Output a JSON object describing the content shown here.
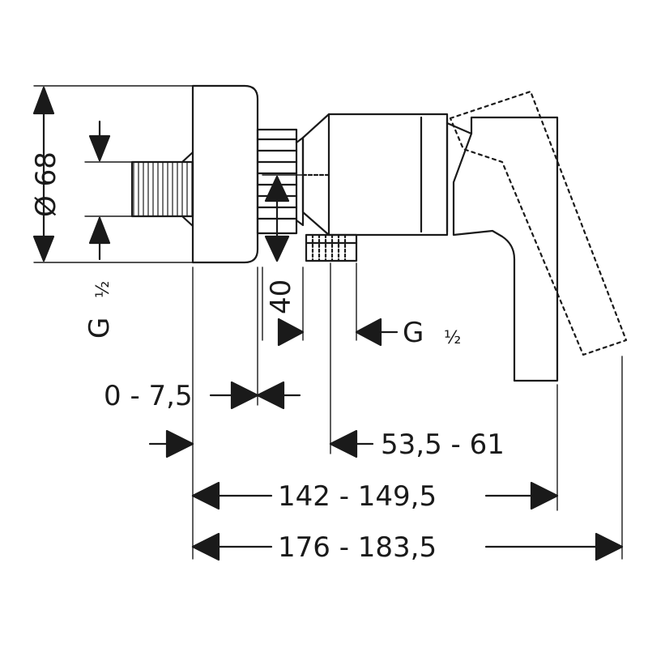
{
  "diagram": {
    "labels": {
      "diameter": "Ø 68",
      "g_left": "G",
      "g_left_frac": "½",
      "height_40": "40",
      "g_right": "G",
      "g_right_frac": "½",
      "offset_range": "0 - 7,5",
      "range_1": "53,5 - 61",
      "range_2": "142 - 149,5",
      "range_3": "176 - 183,5"
    },
    "colors": {
      "line": "#1a1a1a",
      "background": "#ffffff"
    }
  }
}
